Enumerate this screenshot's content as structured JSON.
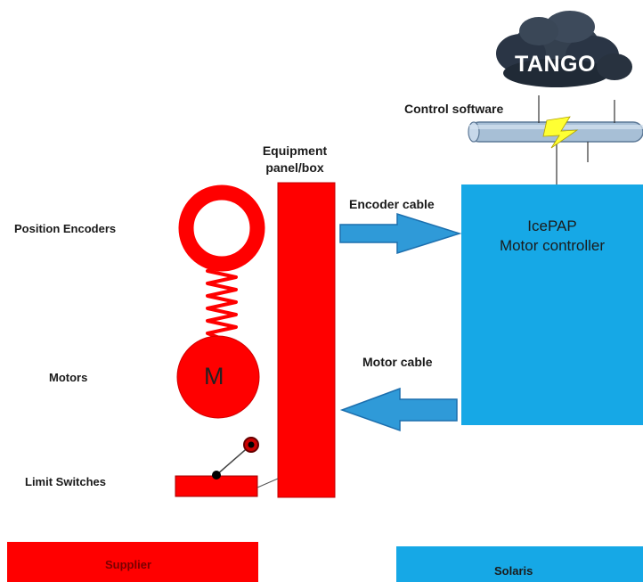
{
  "cloud": {
    "label": "TANGO"
  },
  "bus": {
    "label": "Control software"
  },
  "panel": {
    "label_line1": "Equipment",
    "label_line2": "panel/box"
  },
  "labels": {
    "position_encoders": "Position Encoders",
    "motors": "Motors",
    "limit_switches": "Limit Switches",
    "encoder_cable": "Encoder cable",
    "motor_cable": "Motor cable"
  },
  "motor": {
    "symbol": "M"
  },
  "controller": {
    "line1": "IcePAP",
    "line2": "Motor controller"
  },
  "legend": {
    "supplier": "Supplier",
    "solaris": "Solaris"
  },
  "colors": {
    "supplier_red": "#ff0000",
    "solaris_blue": "#16a8e6",
    "arrow_blue": "#2f9ad8",
    "cloud_dark": "#2e3a4a",
    "bus_pipe": "#a9c1d9",
    "lightning": "#ffff33"
  }
}
